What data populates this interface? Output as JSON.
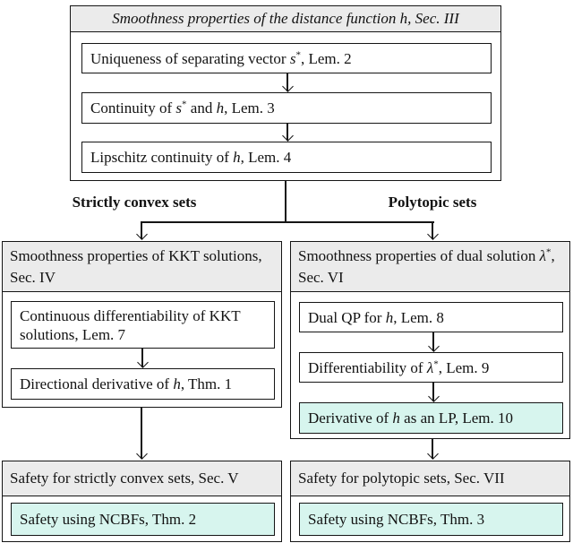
{
  "colors": {
    "header_bg": "#ebebeb",
    "highlight_bg": "#d7f5ee",
    "line": "#151515"
  },
  "top_section": {
    "title": [
      {
        "k": "t",
        "v": "Smoothness properties of the distance function h, Sec. III"
      }
    ],
    "nodes": [
      [
        {
          "k": "t",
          "v": "Uniqueness of separating vector "
        },
        {
          "k": "i",
          "v": "s"
        },
        {
          "k": "sup",
          "v": "*"
        },
        {
          "k": "t",
          "v": ", Lem. 2"
        }
      ],
      [
        {
          "k": "t",
          "v": "Continuity of "
        },
        {
          "k": "i",
          "v": "s"
        },
        {
          "k": "sup",
          "v": "*"
        },
        {
          "k": "t",
          "v": " and "
        },
        {
          "k": "i",
          "v": "h"
        },
        {
          "k": "t",
          "v": ", Lem. 3"
        }
      ],
      [
        {
          "k": "t",
          "v": "Lipschitz continuity of "
        },
        {
          "k": "i",
          "v": "h"
        },
        {
          "k": "t",
          "v": ", Lem. 4"
        }
      ]
    ]
  },
  "branch": {
    "left_label": "Strictly convex sets",
    "right_label": "Polytopic sets"
  },
  "kkt_section": {
    "header": [
      {
        "k": "t",
        "v": "Smoothness properties of KKT solutions, Sec. IV"
      }
    ],
    "nodes": [
      [
        {
          "k": "t",
          "v": "Continuous differentiability of KKT solutions, Lem. 7"
        }
      ],
      [
        {
          "k": "t",
          "v": "Directional derivative of "
        },
        {
          "k": "i",
          "v": "h"
        },
        {
          "k": "t",
          "v": ", Thm. 1"
        }
      ]
    ]
  },
  "dual_section": {
    "header": [
      {
        "k": "t",
        "v": "Smoothness properties of dual solution "
      },
      {
        "k": "i",
        "v": "λ"
      },
      {
        "k": "sup",
        "v": "*"
      },
      {
        "k": "t",
        "v": ", Sec. VI"
      }
    ],
    "nodes": [
      [
        {
          "k": "t",
          "v": "Dual QP for "
        },
        {
          "k": "i",
          "v": "h"
        },
        {
          "k": "t",
          "v": ", Lem. 8"
        }
      ],
      [
        {
          "k": "t",
          "v": "Differentiability of "
        },
        {
          "k": "i",
          "v": "λ"
        },
        {
          "k": "sup",
          "v": "*"
        },
        {
          "k": "t",
          "v": ", Lem. 9"
        }
      ],
      [
        {
          "k": "t",
          "v": "Derivative of "
        },
        {
          "k": "i",
          "v": "h"
        },
        {
          "k": "t",
          "v": " as an LP, Lem. 10"
        }
      ]
    ]
  },
  "safety_convex": {
    "header": [
      {
        "k": "t",
        "v": "Safety for strictly convex sets, Sec. V"
      }
    ],
    "node": [
      {
        "k": "t",
        "v": "Safety using NCBFs, Thm. 2"
      }
    ]
  },
  "safety_polytopic": {
    "header": [
      {
        "k": "t",
        "v": "Safety for polytopic sets, Sec. VII"
      }
    ],
    "node": [
      {
        "k": "t",
        "v": "Safety using NCBFs, Thm. 3"
      }
    ]
  }
}
